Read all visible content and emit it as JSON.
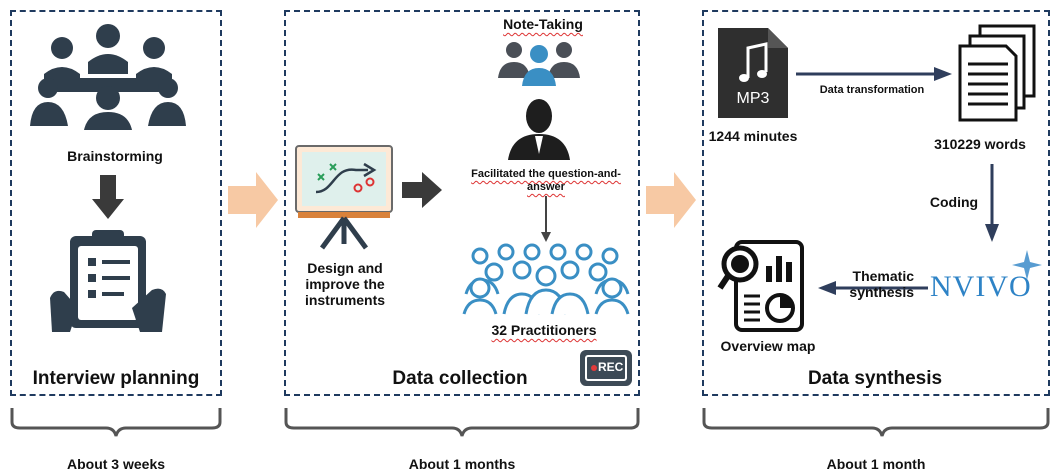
{
  "panels": {
    "planning": {
      "title": "Interview planning",
      "step": "Brainstorming",
      "duration": "About 3 weeks"
    },
    "collection": {
      "title": "Data collection",
      "instruments": "Design and improve the instruments",
      "note_taking": "Note-Taking",
      "facilitated": "Facilitated the question-and-answer",
      "practitioners": "32 Practitioners",
      "rec": "REC",
      "duration": "About 1 months"
    },
    "synthesis": {
      "title": "Data synthesis",
      "mp3": "MP3",
      "minutes": "1244 minutes",
      "transformation": "Data transformation",
      "words": "310229 words",
      "coding": "Coding",
      "nvivo": "NVIVO",
      "thematic": "Thematic synthesis",
      "overview": "Overview map",
      "duration": "About 1 month"
    }
  },
  "colors": {
    "panel_border": "#1f3a5f",
    "icon_dark": "#2f3e4c",
    "people_blue": "#3a8fc4",
    "chevron_fill": "#f7c9a4",
    "nvivo_blue": "#2e83c6"
  }
}
